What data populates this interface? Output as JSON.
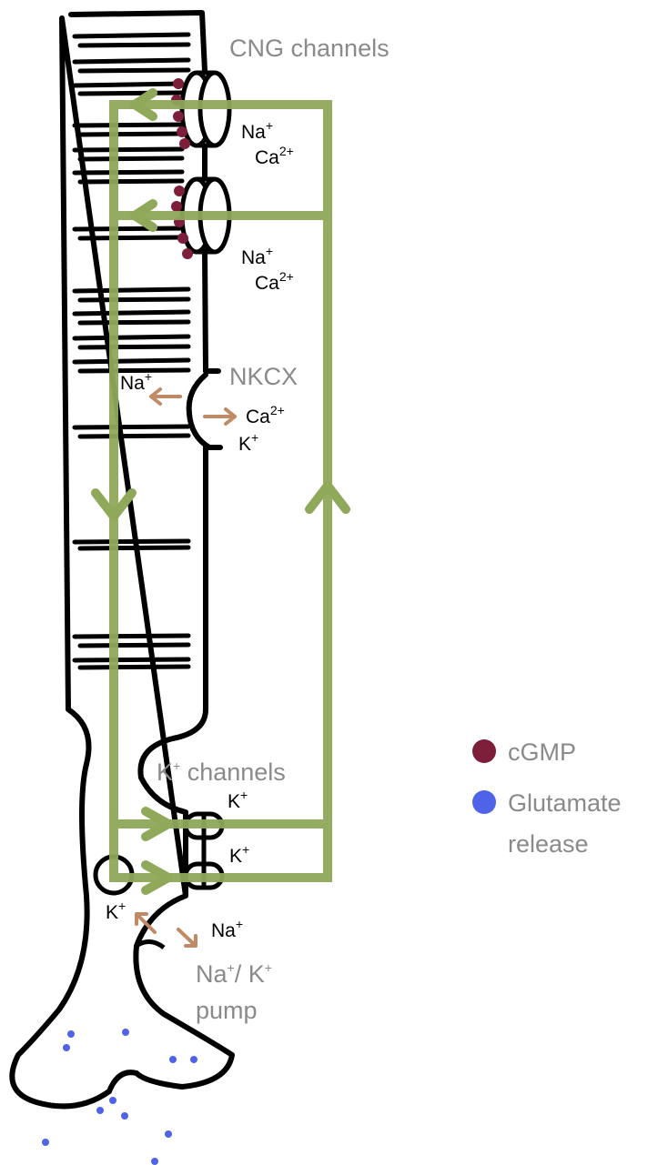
{
  "labels": {
    "cng_channels": "CNG channels",
    "nkcx": "NKCX",
    "k_channels": {
      "base": "K",
      "sup": "+",
      "rest": " channels"
    },
    "pump_line1": {
      "a": "Na",
      "a_sup": "+",
      "b": "/ K",
      "b_sup": "+"
    },
    "pump_line2": "pump"
  },
  "ions": {
    "cng1_na": {
      "base": "Na",
      "sup": "+"
    },
    "cng1_ca": {
      "base": "Ca",
      "sup": "2+"
    },
    "cng2_na": {
      "base": "Na",
      "sup": "+"
    },
    "cng2_ca": {
      "base": "Ca",
      "sup": "2+"
    },
    "nkcx_na": {
      "base": "Na",
      "sup": "+"
    },
    "nkcx_ca": {
      "base": "Ca",
      "sup": "2+"
    },
    "nkcx_k": {
      "base": "K",
      "sup": "+"
    },
    "kch1_k": {
      "base": "K",
      "sup": "+"
    },
    "kch2_k": {
      "base": "K",
      "sup": "+"
    },
    "pump_k": {
      "base": "K",
      "sup": "+"
    },
    "pump_na": {
      "base": "Na",
      "sup": "+"
    }
  },
  "legend": {
    "cgmp": "cGMP",
    "glutamate_line1": "Glutamate",
    "glutamate_line2": "release"
  },
  "colors": {
    "membrane": "#000000",
    "current_loop": "#8fa85a",
    "ion_arrow": "#c08a66",
    "cgmp": "#7d1f3a",
    "glutamate": "#4f63e8",
    "label_grey": "#8a8a8a"
  }
}
